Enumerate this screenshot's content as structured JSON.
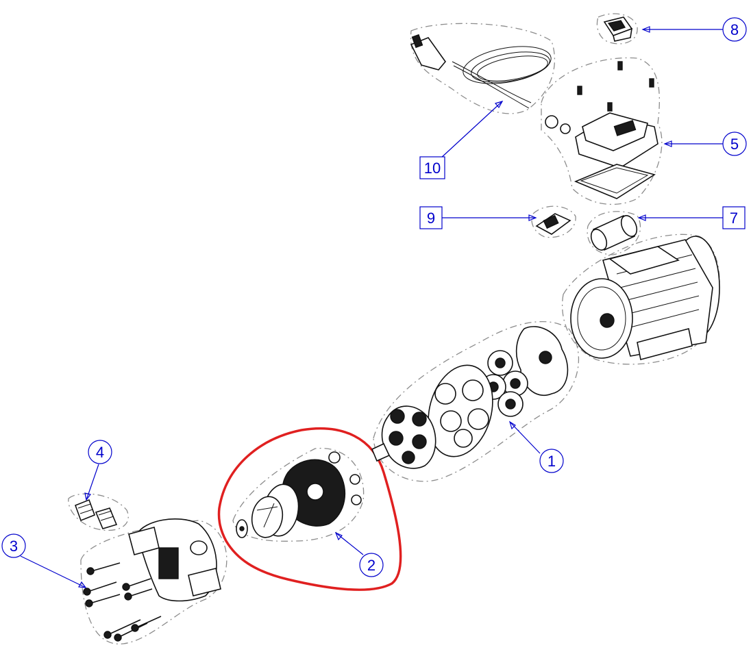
{
  "diagram": {
    "colors": {
      "callout": "#0000cc",
      "highlight": "#e02020",
      "outline": "#8c8c8c",
      "line_art": "#111111"
    },
    "callouts": [
      {
        "id": "1",
        "text": "1",
        "shape": "circle"
      },
      {
        "id": "2",
        "text": "2",
        "shape": "circle"
      },
      {
        "id": "3",
        "text": "3",
        "shape": "circle"
      },
      {
        "id": "4",
        "text": "4",
        "shape": "circle"
      },
      {
        "id": "5",
        "text": "5",
        "shape": "circle"
      },
      {
        "id": "7",
        "text": "7",
        "shape": "box"
      },
      {
        "id": "8",
        "text": "8",
        "shape": "circle"
      },
      {
        "id": "9",
        "text": "9",
        "shape": "box"
      },
      {
        "id": "10",
        "text": "10",
        "shape": "box"
      }
    ]
  }
}
